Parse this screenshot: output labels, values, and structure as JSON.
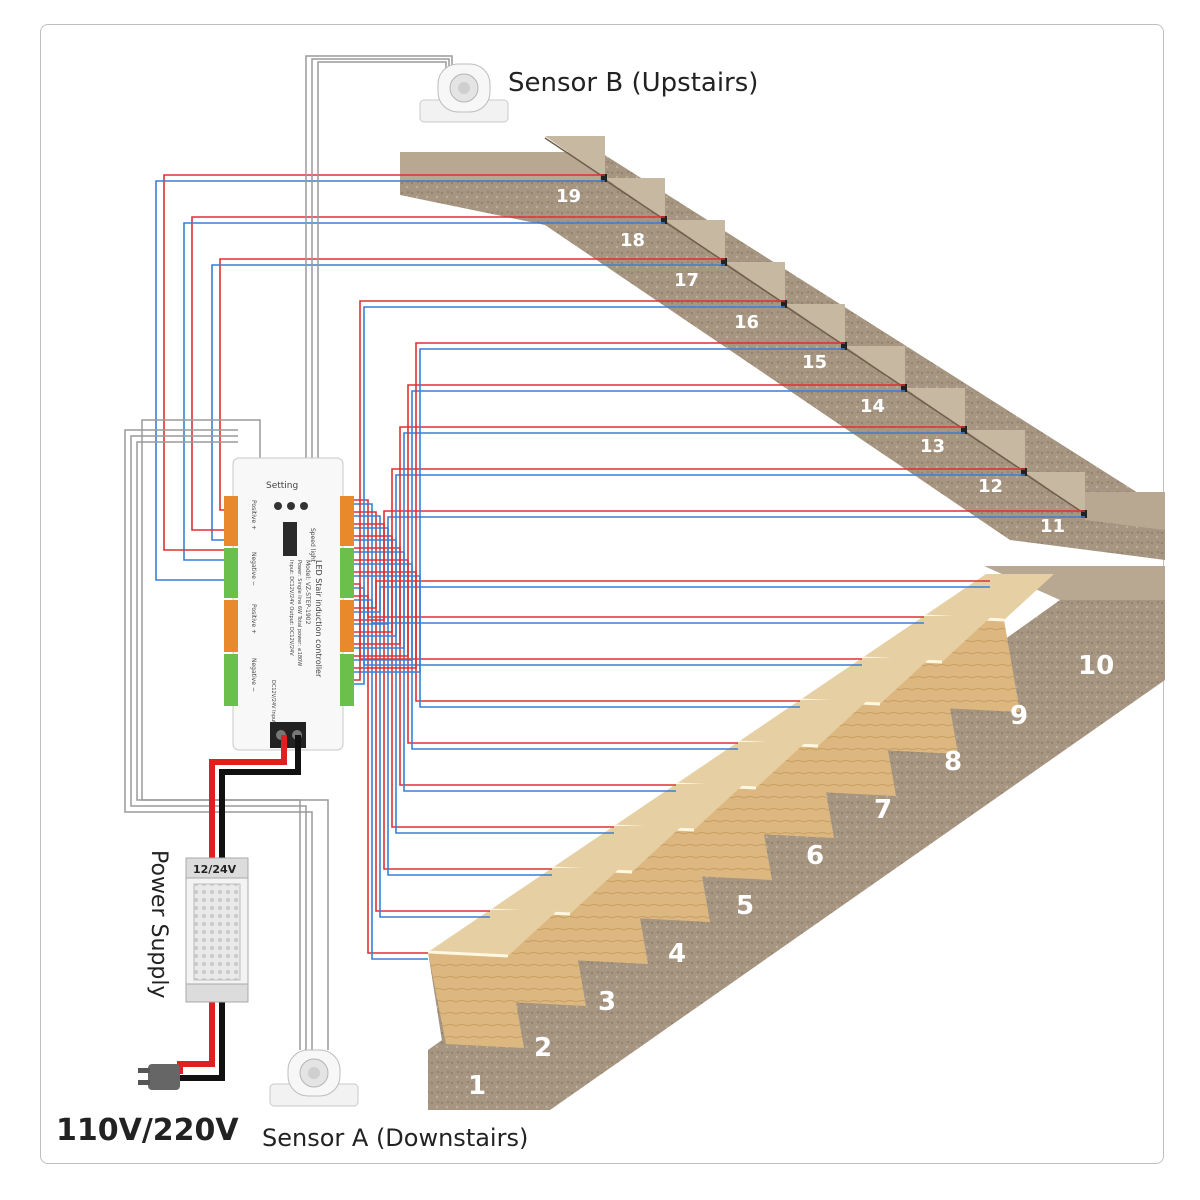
{
  "labels": {
    "sensor_b": "Sensor B (Upstairs)",
    "sensor_a": "Sensor A (Downstairs)",
    "mains": "110V/220V",
    "power_supply": "Power Supply",
    "psu_voltage": "12/24V"
  },
  "controller": {
    "setting": "Setting",
    "speed_light": "Speed light",
    "positive_a": "Positive +",
    "negative_a": "Negative −",
    "positive_b": "Positive +",
    "negative_b": "Negative −",
    "title": "LED Stair induction controller",
    "model": "Model: VZ-STEP-1902",
    "power": "Power: Single line 6W  Total power: ≤180W",
    "input": "Input: DC12V/24V  Output: DC12V/24V",
    "dc_in": "DC12V/24V Input"
  },
  "steps": [
    "1",
    "2",
    "3",
    "4",
    "5",
    "6",
    "7",
    "8",
    "9",
    "10",
    "11",
    "12",
    "13",
    "14",
    "15",
    "16",
    "17",
    "18",
    "19"
  ],
  "colors": {
    "red_wire": "#e03030",
    "blue_wire": "#3a7fd5",
    "grey_wire": "#9a9a9a",
    "wood": "#d9b47c",
    "stone": "#a69580",
    "orange_terminal": "#e8892b",
    "green_terminal": "#6cbf4a"
  }
}
